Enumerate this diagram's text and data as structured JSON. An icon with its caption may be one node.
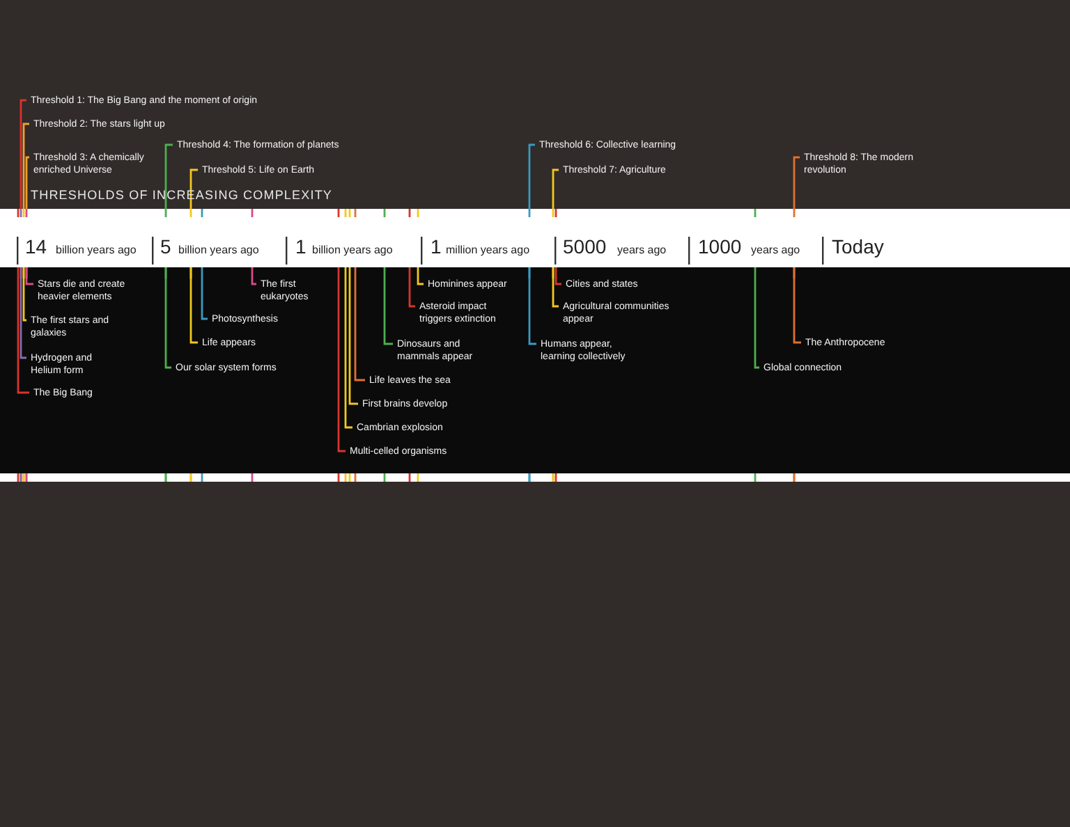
{
  "diagram": {
    "title": "THRESHOLDS OF INCREASING COMPLEXITY",
    "labels": [
      "Threshold 1: The Big Bang and the moment of origin",
      "Threshold 2: The stars light up",
      "Threshold 3: A chemically enriched Universe",
      "Threshold 4: The formation of planets",
      "Threshold 5: Life on Earth",
      "Threshold 6: Collective learning",
      "Threshold 7: Agriculture",
      "Threshold 8: The modern revolution",
      "14",
      "billion years ago",
      "5",
      "billion years ago",
      "1",
      "billion years ago",
      "1",
      "million years ago",
      "5000",
      "years ago",
      "1000",
      "years ago",
      "Today",
      "Stars die and create heavier elements",
      "The first stars and galaxies",
      "Hydrogen and Helium form",
      "The Big Bang",
      "The first eukaryotes",
      "Photosynthesis",
      "Life appears",
      "Our solar system forms",
      "Hominines appear",
      "Asteroid impact triggers extinction",
      "Dinosaurs and mammals appear",
      "Life leaves the sea",
      "First brains develop",
      "Cambrian explosion",
      "Multi-celled organisms",
      "Cities and states",
      "Agricultural communities appear",
      "Humans appear, learning collectively",
      "The Anthropocene",
      "Global connection"
    ]
  }
}
